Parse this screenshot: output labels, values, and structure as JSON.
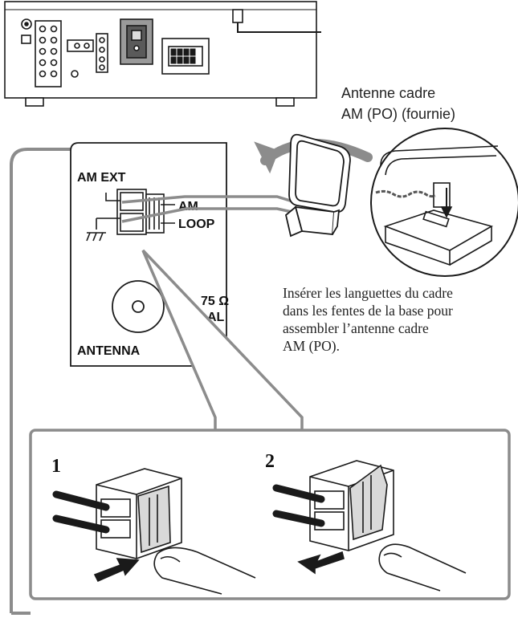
{
  "captions": {
    "loop_antenna": [
      "Antenne cadre",
      "AM (PO) (fournie)"
    ],
    "assembly_note": [
      "Insérer les languettes du cadre",
      "dans les fentes de la base pour",
      "assembler l’antenne cadre",
      "AM (PO)."
    ]
  },
  "panel": {
    "am_ext": "AM EXT",
    "am": "AM",
    "loop": "LOOP",
    "ohm": "75 Ω",
    "coaxial_partial": "AL",
    "antenna": "ANTENNA"
  },
  "steps": [
    "1",
    "2"
  ],
  "colors": {
    "line": "#1a1a1a",
    "callout_border": "#8c8c8c",
    "panel_gray": "#d9d9d9"
  }
}
